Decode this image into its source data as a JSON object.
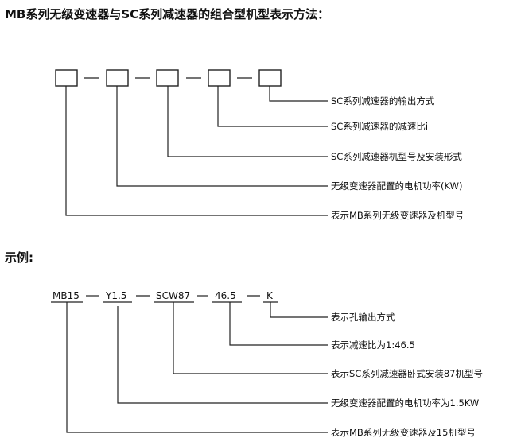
{
  "title": "MB系列无级变速器与SC系列减速器的组合型机型表示方法：",
  "diagram": {
    "labels": [
      "SC系列减速器的输出方式",
      "SC系列减速器的减速比i",
      "SC系列减速器机型号及安装形式",
      "无级变速器配置的电机功率(KW)",
      "表示MB系列无级变速器及机型号"
    ]
  },
  "example": {
    "heading": "示例:",
    "codes": [
      "MB15",
      "Y1.5",
      "SCW87",
      "46.5",
      "K"
    ],
    "labels": [
      "表示孔输出方式",
      "表示减速比为1:46.5",
      "表示SC系列减速器卧式安装87机型号",
      "无级变速器配置的电机功率为1.5KW",
      "表示MB系列无级变速器及15机型号"
    ]
  }
}
